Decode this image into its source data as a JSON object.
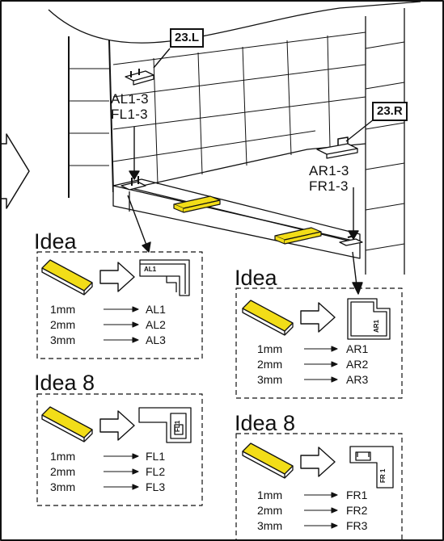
{
  "callouts": {
    "left": "23.L",
    "right": "23.R"
  },
  "labels": {
    "left_top": "AL1-3",
    "left_bottom": "FL1-3",
    "right_top": "AR1-3",
    "right_bottom": "FR1-3"
  },
  "panels": [
    {
      "title": "Idea",
      "chip": "AL1",
      "rows": [
        {
          "thickness": "1mm",
          "part": "AL1"
        },
        {
          "thickness": "2mm",
          "part": "AL2"
        },
        {
          "thickness": "3mm",
          "part": "AL3"
        }
      ]
    },
    {
      "title": "Idea 8",
      "chip": "FL1",
      "rows": [
        {
          "thickness": "1mm",
          "part": "FL1"
        },
        {
          "thickness": "2mm",
          "part": "FL2"
        },
        {
          "thickness": "3mm",
          "part": "FL3"
        }
      ]
    },
    {
      "title": "Idea",
      "chip": "AR1",
      "rows": [
        {
          "thickness": "1mm",
          "part": "AR1"
        },
        {
          "thickness": "2mm",
          "part": "AR2"
        },
        {
          "thickness": "3mm",
          "part": "AR3"
        }
      ]
    },
    {
      "title": "Idea 8",
      "chip": "FR 1",
      "rows": [
        {
          "thickness": "1mm",
          "part": "FR1"
        },
        {
          "thickness": "2mm",
          "part": "FR2"
        },
        {
          "thickness": "3mm",
          "part": "FR3"
        }
      ]
    }
  ],
  "colors": {
    "shim": "#f2dd18",
    "line": "#111111",
    "background": "#ffffff"
  }
}
